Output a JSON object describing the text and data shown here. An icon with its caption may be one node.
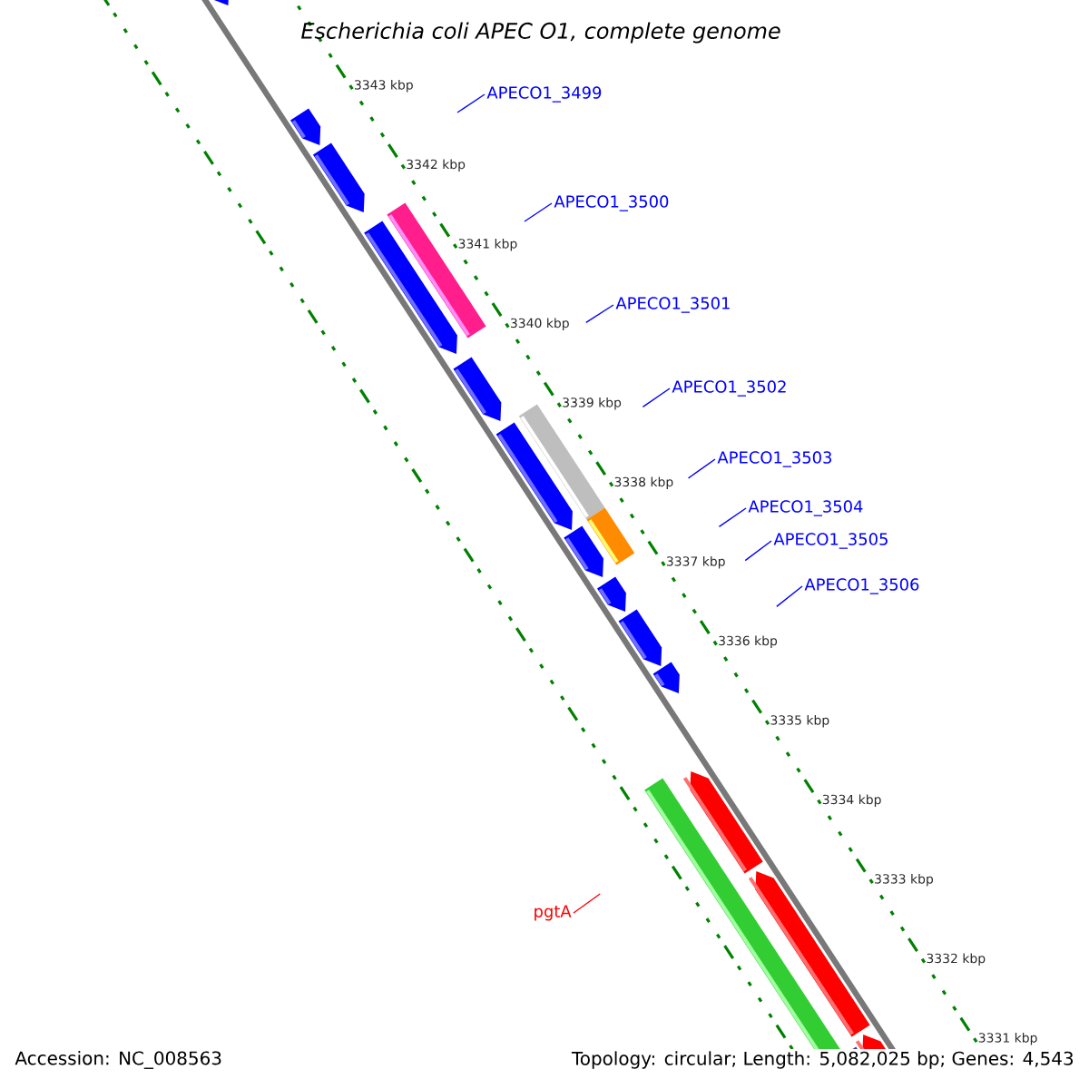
{
  "diagram": {
    "title": "Escherichia coli APEC O1, complete genome",
    "nodes": [
      {
        "text": [
          "APECO1_3499"
        ]
      },
      {
        "text": [
          "APECO1_3500"
        ]
      },
      {
        "text": [
          "APECO1_3501"
        ]
      },
      {
        "text": [
          "APECO1_3502"
        ]
      },
      {
        "text": [
          "APECO1_3503"
        ]
      },
      {
        "text": [
          "APECO1_3504"
        ]
      },
      {
        "text": [
          "APECO1_3505"
        ]
      },
      {
        "text": [
          "APECO1_3506"
        ]
      },
      {
        "text": [
          "pgtA"
        ]
      }
    ],
    "edges": [
      {
        "from": 0,
        "to": null,
        "arrow": "none"
      },
      {
        "from": 1,
        "to": null,
        "arrow": "none"
      },
      {
        "from": 2,
        "to": null,
        "arrow": "none"
      },
      {
        "from": 3,
        "to": null,
        "arrow": "none"
      },
      {
        "from": 4,
        "to": null,
        "arrow": "none"
      },
      {
        "from": 5,
        "to": null,
        "arrow": "none"
      },
      {
        "from": 6,
        "to": null,
        "arrow": "none"
      },
      {
        "from": 7,
        "to": null,
        "arrow": "none"
      },
      {
        "from": 8,
        "to": null,
        "arrow": "none",
        "color": "#ff0000"
      }
    ],
    "labels": [
      "3343 kbp",
      "3342 kbp",
      "3341 kbp",
      "3340 kbp",
      "3339 kbp",
      "3338 kbp",
      "3337 kbp",
      "3336 kbp",
      "3335 kbp",
      "3334 kbp",
      "3333 kbp",
      "3332 kbp",
      "3331 kbp",
      "Accession: NC_008563",
      "Topology: circular; Length: 5,082,025 bp; Genes: 4,543"
    ]
  }
}
